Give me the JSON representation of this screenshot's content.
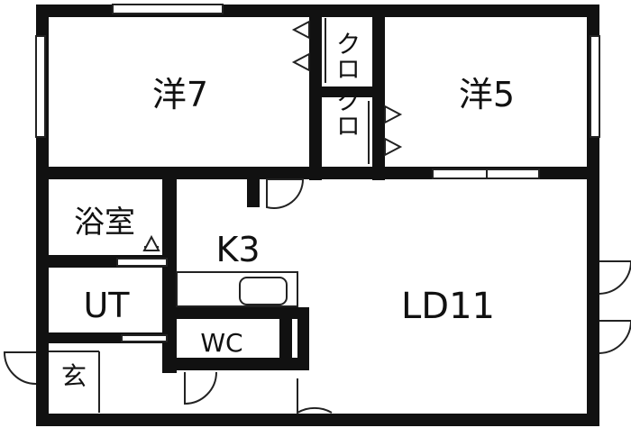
{
  "rooms": {
    "western_7": "洋7",
    "western_5": "洋5",
    "closet_1": "クロ",
    "closet_2": "クロ",
    "bath": "浴室",
    "kitchen": "K3",
    "utility": "UT",
    "toilet": "WC",
    "living_dining": "LD11",
    "entrance": "玄"
  },
  "colors": {
    "wall": "#111111",
    "line": "#222222",
    "background": "#ffffff"
  }
}
